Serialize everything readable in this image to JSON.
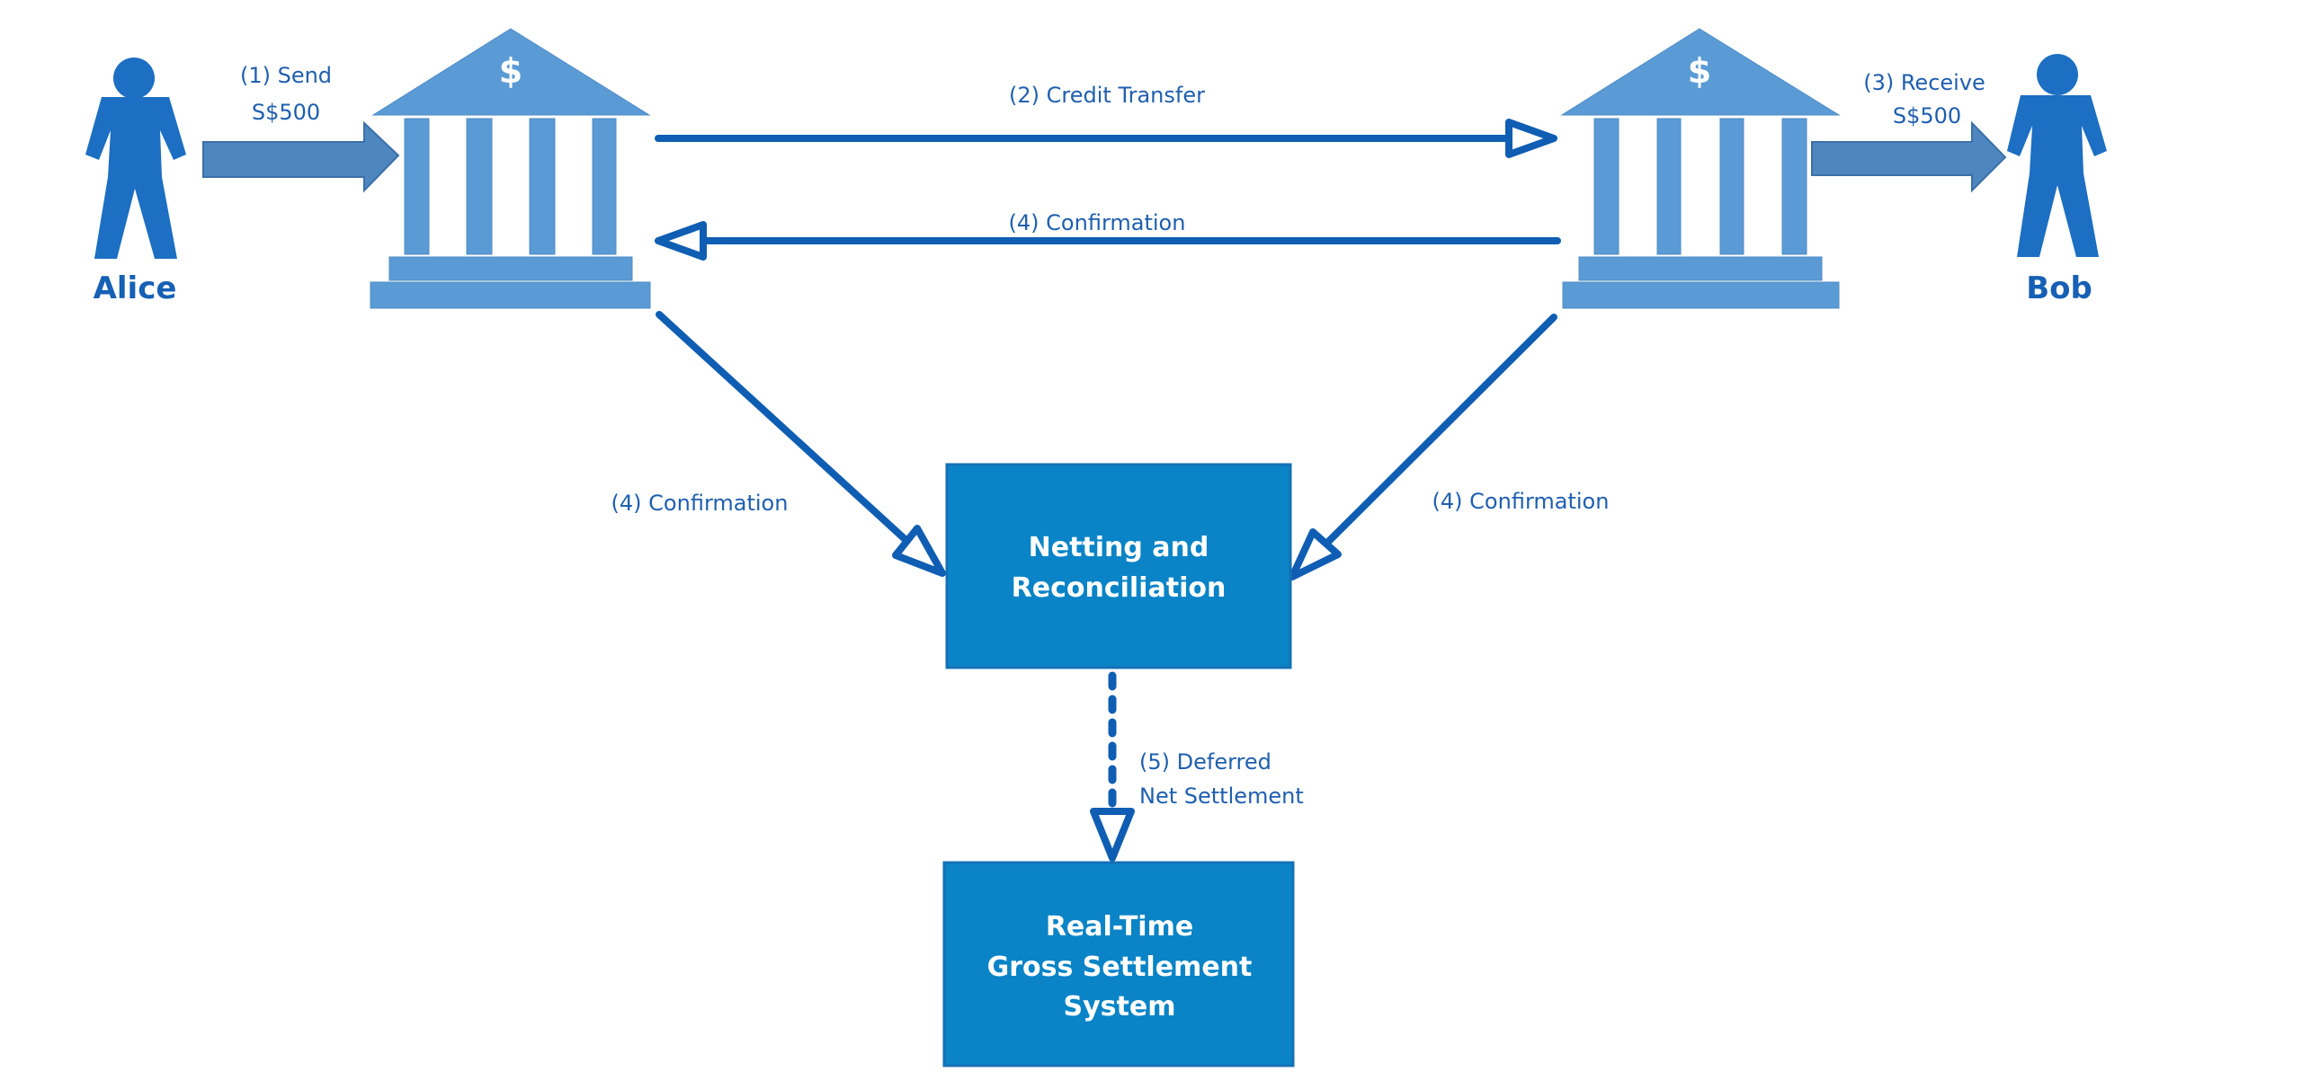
{
  "diagram": {
    "title_visible": false,
    "colors": {
      "figure": "#1C6FC2",
      "bank": "#5B9BD5",
      "fat_arrow": "#4E86BF",
      "flow_line": "#0F5EB3",
      "box": "#0A84C6",
      "label_text": "#1F5FAF",
      "box_text": "#FFFFFF"
    },
    "actors": {
      "sender": {
        "name": "Alice",
        "icon": "person-icon"
      },
      "receiver": {
        "name": "Bob",
        "icon": "person-icon"
      }
    },
    "banks": {
      "sender_bank": {
        "icon": "bank-icon",
        "symbol": "$"
      },
      "receiver_bank": {
        "icon": "bank-icon",
        "symbol": "$"
      }
    },
    "steps": {
      "send": {
        "line1": "(1) Send",
        "line2": "S$500"
      },
      "credit_transfer": {
        "label": "(2) Credit Transfer"
      },
      "receive": {
        "line1": "(3) Receive",
        "line2": "S$500"
      },
      "confirmation_top": {
        "label": "(4) Confirmation"
      },
      "confirmation_left": {
        "label": "(4) Confirmation"
      },
      "confirmation_right": {
        "label": "(4) Confirmation"
      },
      "deferred": {
        "line1": "(5) Deferred",
        "line2": "Net Settlement"
      }
    },
    "boxes": {
      "netting": {
        "line1": "Netting and",
        "line2": "Reconciliation"
      },
      "rtgs": {
        "line1": "Real-Time",
        "line2": "Gross Settlement",
        "line3": "System"
      }
    }
  }
}
